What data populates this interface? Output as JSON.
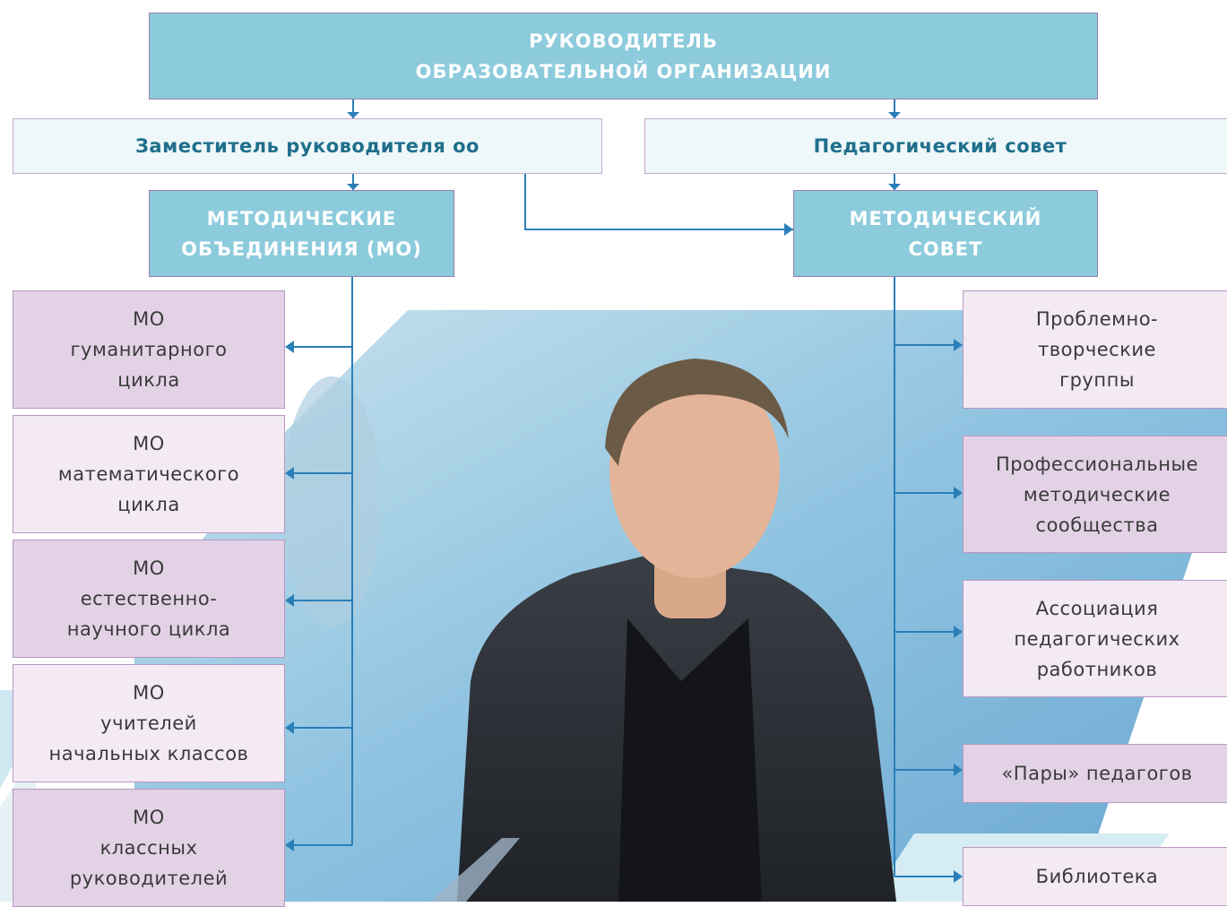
{
  "top_box": {
    "label": "РУКОВОДИТЕЛЬ\nОБРАЗОВАТЕЛЬНОЙ ОРГАНИЗАЦИИ"
  },
  "deputy_box": {
    "label": "Заместитель руководителя оо"
  },
  "council_box": {
    "label": "Педагогический совет"
  },
  "mo_box": {
    "label": "МЕТОДИЧЕСКИЕ\nОБЪЕДИНЕНИЯ (МО)"
  },
  "method_council_box": {
    "label": "МЕТОДИЧЕСКИЙ\nСОВЕТ"
  },
  "left_items": [
    {
      "label": "МО\nгуманитарного\nцикла"
    },
    {
      "label": "МО\nматематического\nцикла"
    },
    {
      "label": "МО\nестественно-\nнаучного цикла"
    },
    {
      "label": "МО\nучителей\nначальных классов"
    },
    {
      "label": "МО\nклассных\nруководителей"
    }
  ],
  "right_items": [
    {
      "label": "Проблемно-\nтворческие\nгруппы"
    },
    {
      "label": "Профессиональные\nметодические\nсообщества"
    },
    {
      "label": "Ассоциация\nпедагогических\nработников"
    },
    {
      "label": "«Пары» педагогов"
    },
    {
      "label": "Библиотека"
    }
  ],
  "colors": {
    "teal": "#8ccbdc",
    "light": "#eef7f9",
    "purple": "#e3d2e6",
    "pale": "#f3eaf4",
    "arrow": "#2a7fb8",
    "deputy_text": "#1f6f8c"
  }
}
